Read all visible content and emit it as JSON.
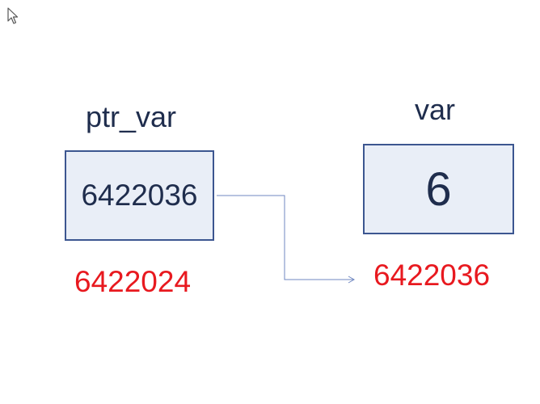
{
  "pointer": {
    "name": "ptr_var",
    "value": "6422036",
    "address": "6422024"
  },
  "variable": {
    "name": "var",
    "value": "6",
    "address": "6422036"
  },
  "colors": {
    "box_fill": "#e9eef7",
    "box_border": "#3c5690",
    "label_text": "#1f2d4d",
    "address_text": "#e8191f",
    "arrow": "#6f87c0"
  },
  "icons": {
    "cursor": "mouse-pointer-icon",
    "arrow": "pointer-arrow-icon"
  }
}
